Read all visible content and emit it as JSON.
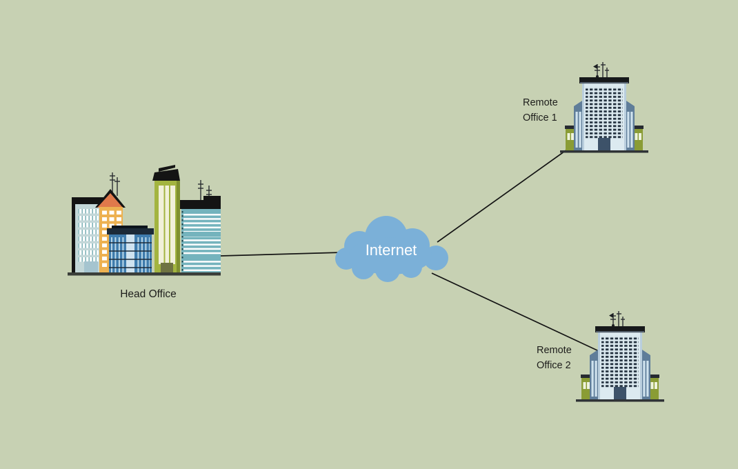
{
  "colors": {
    "background": "#c7d1b3",
    "cloud_fill": "#7bb0d8",
    "cloud_label": "#ffffff",
    "connection_line": "#141414",
    "node_label": "#1d1d1b",
    "building_palette": {
      "pale_tower": "#c3d7d8",
      "amber_tower": "#edb151",
      "amber_roof": "#e0794b",
      "blue_tower": "#3f7cad",
      "olive_tower": "#a3b440",
      "teal_tower": "#74b3bd",
      "office_facade": "#dceaf0",
      "office_wing": "#5f7d99",
      "office_side_block": "#8a9c35",
      "office_window": "#22303e",
      "roof_dark": "#16181a"
    }
  },
  "cloud": {
    "label": "Internet"
  },
  "head_office": {
    "label": "Head Office"
  },
  "remote_office_1": {
    "line1": "Remote",
    "line2": "Office 1"
  },
  "remote_office_2": {
    "line1": "Remote",
    "line2": "Office 2"
  },
  "connections": [
    {
      "from": "Head Office",
      "to": "Internet"
    },
    {
      "from": "Internet",
      "to": "Remote Office 1"
    },
    {
      "from": "Internet",
      "to": "Remote Office 2"
    }
  ]
}
